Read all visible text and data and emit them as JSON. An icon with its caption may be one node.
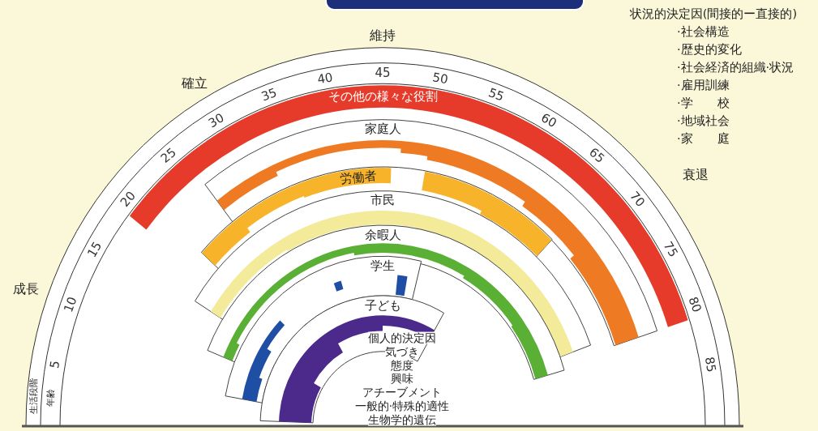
{
  "diagram": {
    "nodes": [
      {
        "text": [
          "その他の様々な役割"
        ]
      },
      {
        "text": [
          "家庭人"
        ]
      },
      {
        "text": [
          "労働者"
        ]
      },
      {
        "text": [
          "市民"
        ]
      },
      {
        "text": [
          "余暇人"
        ]
      },
      {
        "text": [
          "学生"
        ]
      },
      {
        "text": [
          "子ども"
        ]
      }
    ],
    "labels": [
      "状況的決定因(間接的ー直接的)",
      "·社会構造",
      "·歴史的変化",
      "·社会経済的組織·状況",
      "·雇用訓練",
      "·学　　校",
      "·地域社会",
      "·家　　庭",
      "維持",
      "確立",
      "衰退",
      "成長",
      "5",
      "10",
      "15",
      "20",
      "25",
      "30",
      "35",
      "40",
      "45",
      "50",
      "55",
      "60",
      "65",
      "70",
      "75",
      "80",
      "85",
      "生活段階",
      "年齢",
      "個人的決定因",
      "気づき",
      "態度",
      "興味",
      "アチーブメント",
      "一般的·特殊的適性",
      "生物学的遺伝"
    ]
  }
}
